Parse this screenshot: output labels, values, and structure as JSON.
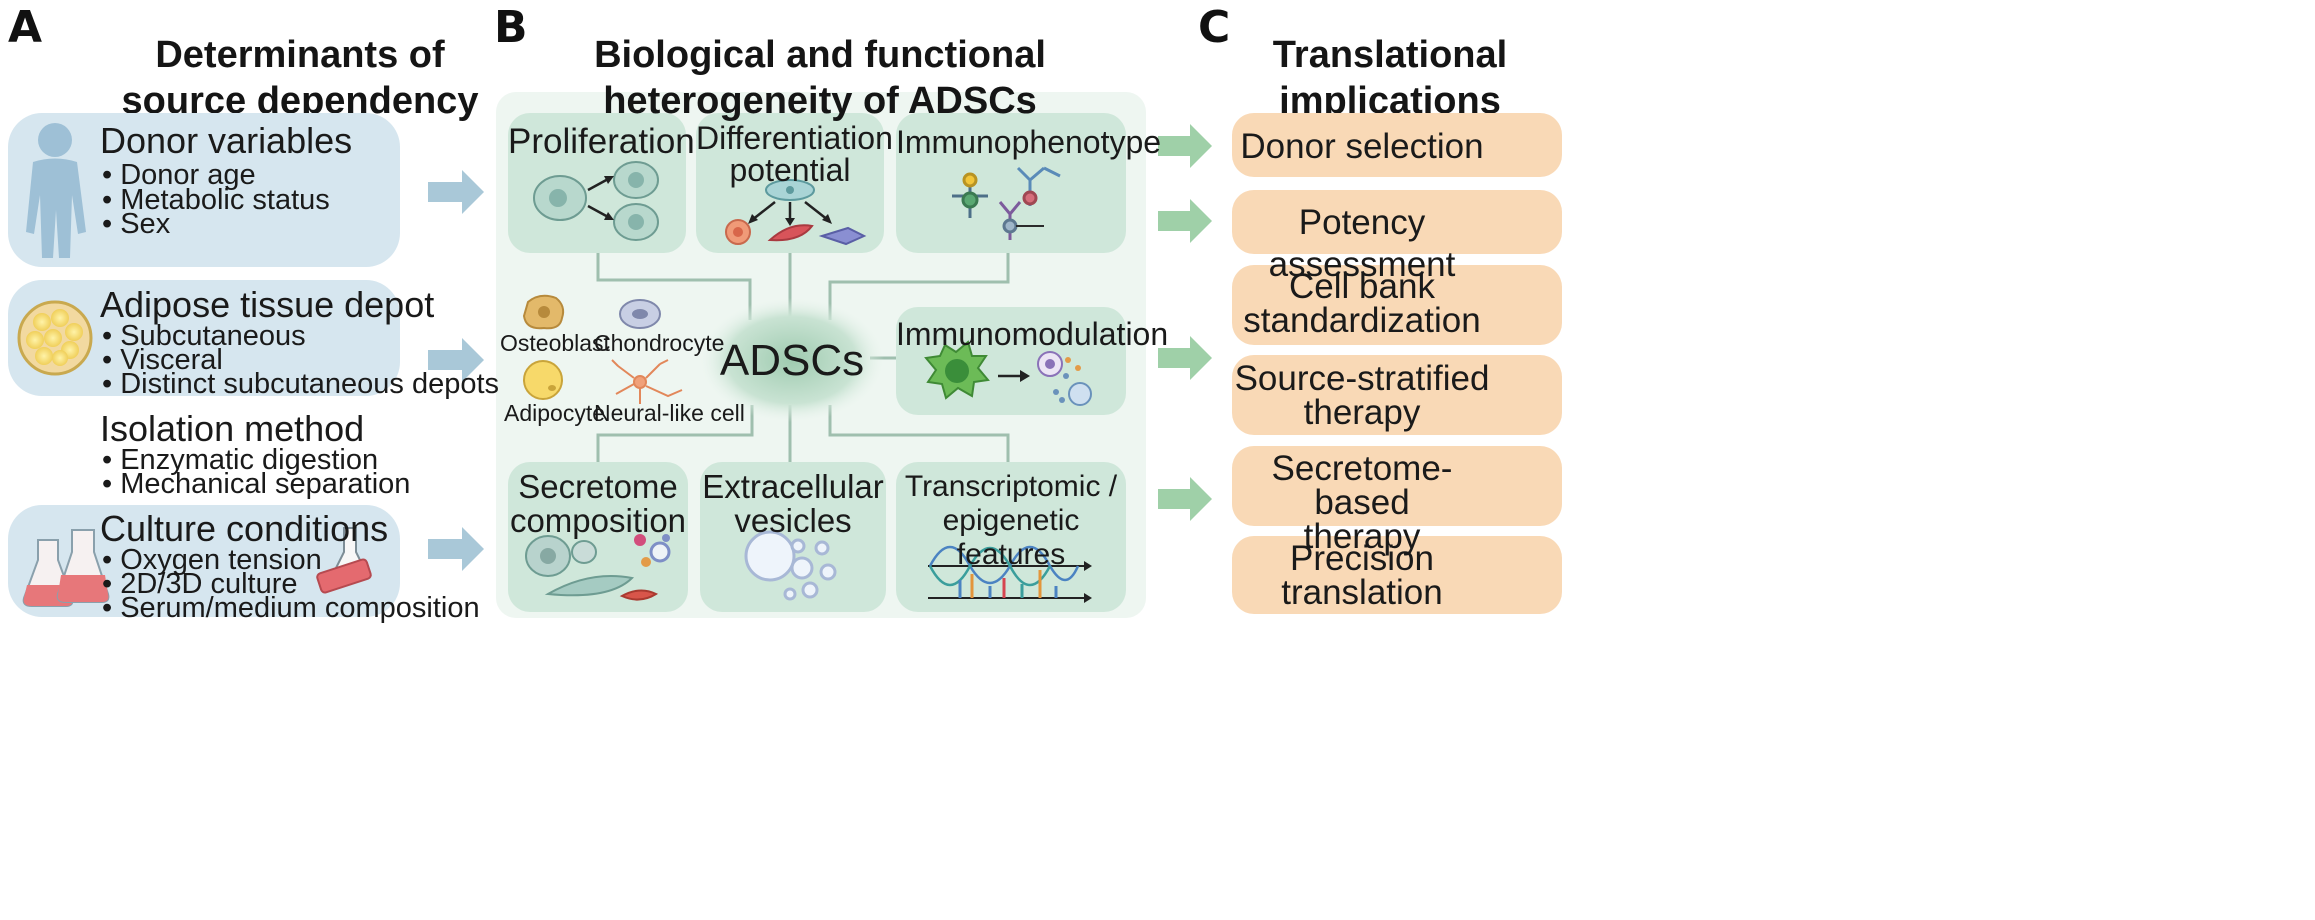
{
  "panels": {
    "a": {
      "letter": "A",
      "title_line1": "Determinants of",
      "title_line2": "source dependency",
      "donor": {
        "title": "Donor variables",
        "items": [
          "Donor age",
          "Metabolic status",
          "Sex"
        ]
      },
      "depot": {
        "title": "Adipose tissue depot",
        "items": [
          "Subcutaneous",
          "Visceral",
          "Distinct subcutaneous depots"
        ]
      },
      "isolation": {
        "title": "Isolation method",
        "items": [
          "Enzymatic digestion",
          "Mechanical separation"
        ]
      },
      "culture": {
        "title": "Culture conditions",
        "items": [
          "Oxygen tension",
          "2D/3D culture",
          "Serum/medium composition"
        ]
      }
    },
    "b": {
      "letter": "B",
      "title_line1": "Biological and functional",
      "title_line2": "heterogeneity of ADSCs",
      "center": "ADSCs",
      "proliferation": "Proliferation",
      "differentiation_line1": "Differentiation",
      "differentiation_line2": "potential",
      "immunophenotype": "Immunophenotype",
      "immunomodulation": "Immunomodulation",
      "secretome_line1": "Secretome",
      "secretome_line2": "composition",
      "vesicles_line1": "Extracellular",
      "vesicles_line2": "vesicles",
      "transcriptomic_line1": "Transcriptomic /",
      "transcriptomic_line2": "epigenetic features",
      "cell_types": [
        "Osteoblast",
        "Chondrocyte",
        "Adipocyte",
        "Neural-like cell"
      ]
    },
    "c": {
      "letter": "C",
      "title_line1": "Translational",
      "title_line2": "implications",
      "items": [
        {
          "line1": "Donor selection",
          "line2": ""
        },
        {
          "line1": "Potency assessment",
          "line2": ""
        },
        {
          "line1": "Cell bank",
          "line2": "standardization"
        },
        {
          "line1": "Source-stratified",
          "line2": "therapy"
        },
        {
          "line1": "Secretome-based",
          "line2": "therapy"
        },
        {
          "line1": "Precision",
          "line2": "translation"
        }
      ]
    }
  },
  "colors": {
    "blue_box": "#d6e6ef",
    "green_box": "#cfe7da",
    "orange_box": "#f9d9b6",
    "blue_arrow": "#a9c8d8",
    "green_arrow": "#9fd0a8"
  }
}
